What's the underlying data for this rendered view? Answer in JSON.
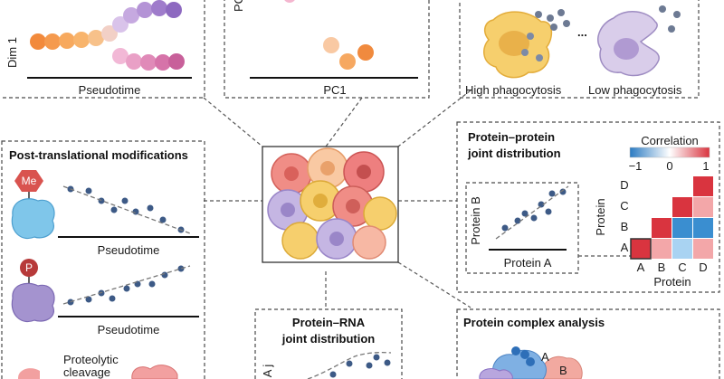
{
  "top_left": {
    "y_label": "Dim 1",
    "x_label": "Pseudotime"
  },
  "top_middle": {
    "y_label": "PC",
    "x_label": "PC1"
  },
  "top_right": {
    "left_label": "High phagocytosis",
    "right_label": "Low phagocytosis",
    "ellipsis": "..."
  },
  "ptm": {
    "title": "Post-translational modifications",
    "badge_me": "Me",
    "badge_p": "P",
    "x_label_1": "Pseudotime",
    "x_label_2": "Pseudotime",
    "cleavage_label_line1": "Proteolytic",
    "cleavage_label_line2": "cleavage"
  },
  "ppi": {
    "title_line1": "Protein–protein",
    "title_line2": "joint distribution",
    "y_label": "Protein B",
    "x_label": "Protein A",
    "heatmap": {
      "legend_title": "Correlation",
      "legend_ticks": [
        "−1",
        "0",
        "1"
      ],
      "row_labels": [
        "D",
        "C",
        "B",
        "A"
      ],
      "col_labels": [
        "A",
        "B",
        "C",
        "D"
      ],
      "y_axis_label": "Protein",
      "x_axis_label": "Protein",
      "colors": {
        "strong_red": "#d9343f",
        "light_red": "#f3a7a9",
        "strong_blue": "#3a8ed0",
        "light_blue": "#a9d3f2"
      }
    }
  },
  "prna": {
    "title_line1": "Protein–RNA",
    "title_line2": "joint distribution",
    "y_label": "A j"
  },
  "complex": {
    "title": "Protein complex analysis",
    "label_a": "A",
    "label_b": "B"
  }
}
